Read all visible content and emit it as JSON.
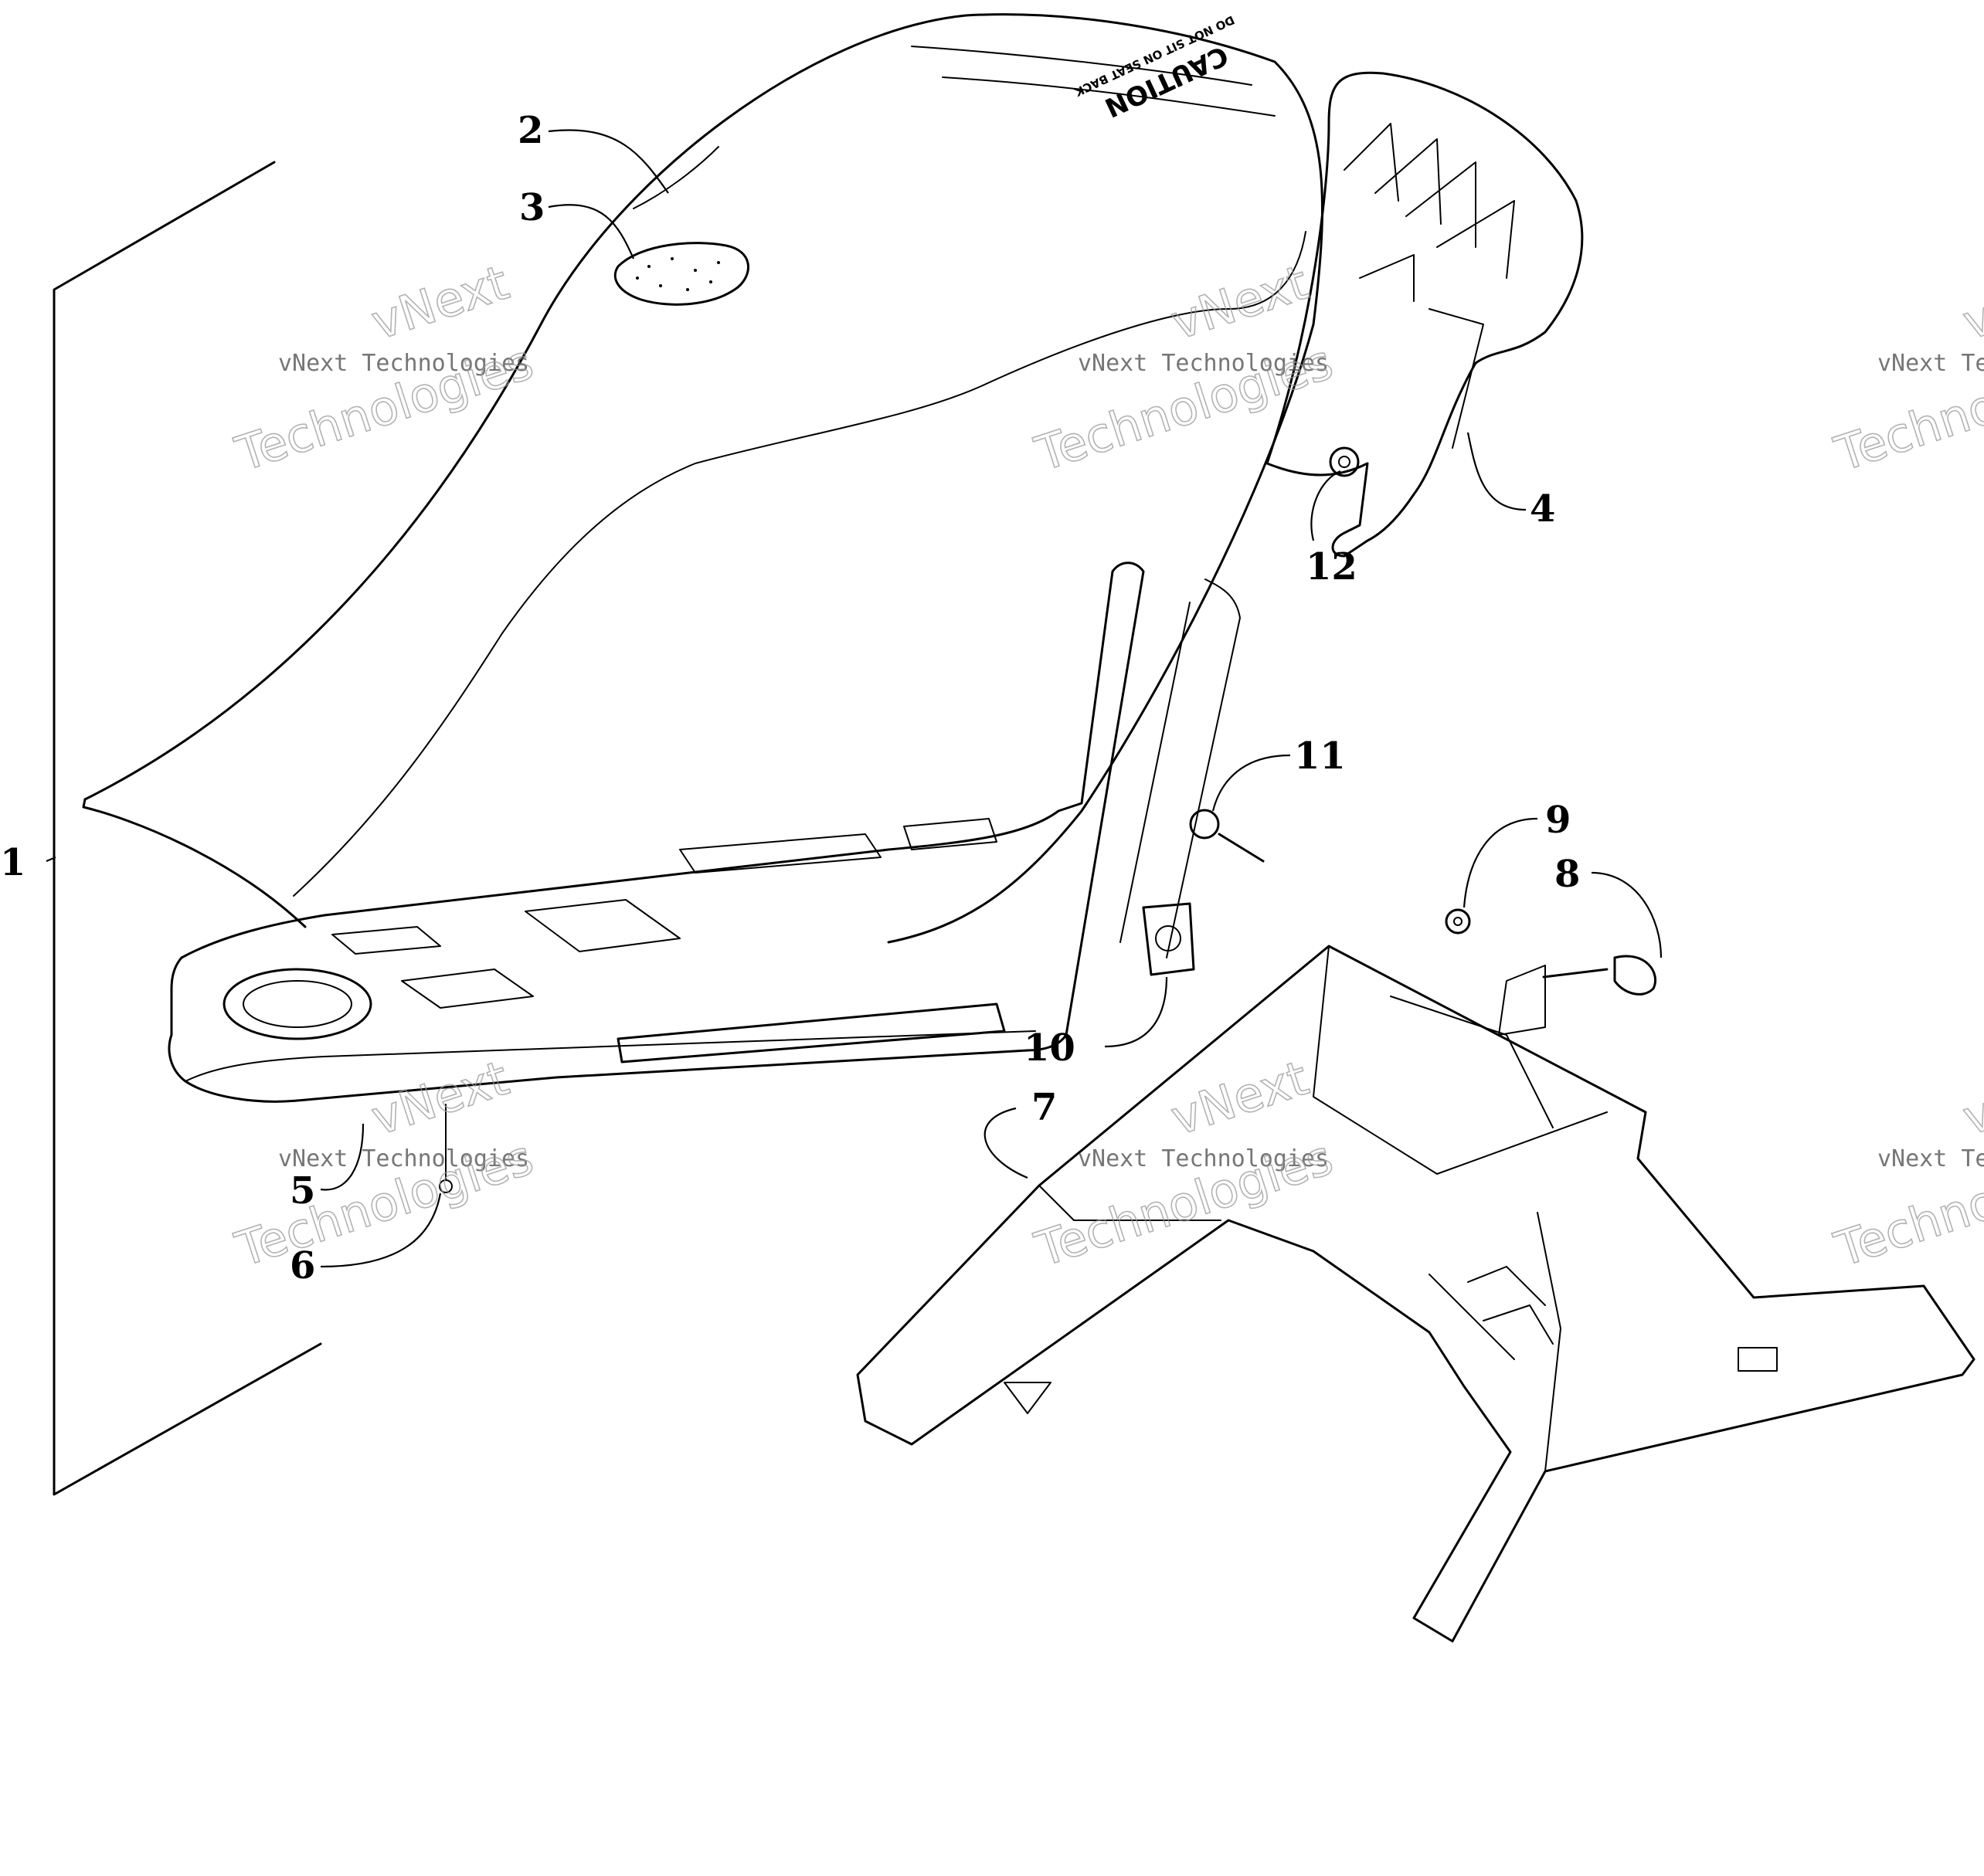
{
  "diagram": {
    "callouts": [
      {
        "id": "1",
        "label": "1"
      },
      {
        "id": "2",
        "label": "2"
      },
      {
        "id": "3",
        "label": "3"
      },
      {
        "id": "4",
        "label": "4"
      },
      {
        "id": "5",
        "label": "5"
      },
      {
        "id": "6",
        "label": "6"
      },
      {
        "id": "7",
        "label": "7"
      },
      {
        "id": "8",
        "label": "8"
      },
      {
        "id": "9",
        "label": "9"
      },
      {
        "id": "10",
        "label": "10"
      },
      {
        "id": "11",
        "label": "11"
      },
      {
        "id": "12",
        "label": "12"
      }
    ],
    "seat_warning": {
      "title": "CAUTION",
      "subtitle": "DO NOT SIT ON SEAT BACK"
    }
  },
  "watermarks": [
    {
      "brand": "vNext",
      "line1": "vNext Technologies",
      "big": "Technologies"
    },
    {
      "brand": "vNext",
      "line1": "vNext Technologies",
      "big": "Technologies"
    },
    {
      "brand": "vNext",
      "line1": "vNext Te",
      "big": "Techno"
    },
    {
      "brand": "vNext",
      "line1": "vNext Technologies",
      "big": "Technologies"
    },
    {
      "brand": "vNext",
      "line1": "vNext Technologies",
      "big": "Technologies"
    },
    {
      "brand": "vNext",
      "line1": "vNext Te",
      "big": "Techno"
    }
  ]
}
